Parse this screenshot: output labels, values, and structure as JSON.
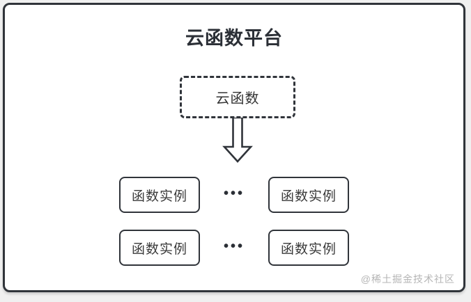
{
  "colors": {
    "page_background": "#f0f0f0",
    "card_background": "#ffffff",
    "line": "#30343a",
    "text": "#333333",
    "watermark": "#b5b5b5"
  },
  "diagram": {
    "title": "云函数平台",
    "platform_box": {
      "label": "云函数"
    },
    "arrow_icon": "hollow-down-arrow",
    "instance_rows": [
      {
        "left": {
          "label": "函数实例"
        },
        "ellipsis": "•••",
        "right": {
          "label": "函数实例"
        }
      },
      {
        "left": {
          "label": "函数实例"
        },
        "ellipsis": "•••",
        "right": {
          "label": "函数实例"
        }
      }
    ],
    "watermark": "@稀土掘金技术社区"
  }
}
